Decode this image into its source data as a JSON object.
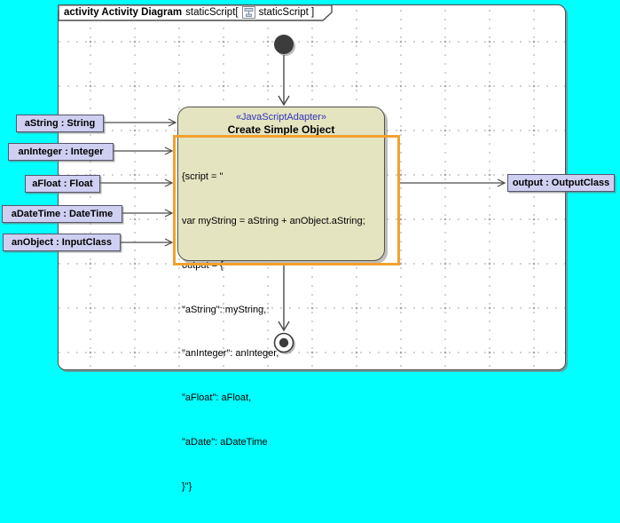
{
  "frame": {
    "tab": {
      "keyword": "activity Activity Diagram",
      "name": "staticScript[",
      "name_close": "staticScript ]"
    }
  },
  "node": {
    "stereotype": "«JavaScriptAdapter»",
    "name": "Create Simple Object",
    "script_lines": [
      "{script = \"",
      "var myString = aString + anObject.aString;",
      "output = {",
      "\"aString\": myString,",
      "\"anInteger\": anInteger,",
      "\"aFloat\": aFloat,",
      "\"aDate\": aDateTime",
      "}\"}"
    ]
  },
  "inputs": [
    {
      "label": "aString : String"
    },
    {
      "label": "anInteger : Integer"
    },
    {
      "label": "aFloat : Float"
    },
    {
      "label": "aDateTime : DateTime"
    },
    {
      "label": "anObject : InputClass"
    }
  ],
  "output": {
    "label": "output : OutputClass"
  },
  "colors": {
    "canvas_background": "#00ffff",
    "node_fill": "#e4e4c1",
    "pin_label_fill": "#cfcff2",
    "selection_highlight": "#f2a12d",
    "stereotype_text": "#3333bb",
    "edge": "#4a4a4a"
  }
}
